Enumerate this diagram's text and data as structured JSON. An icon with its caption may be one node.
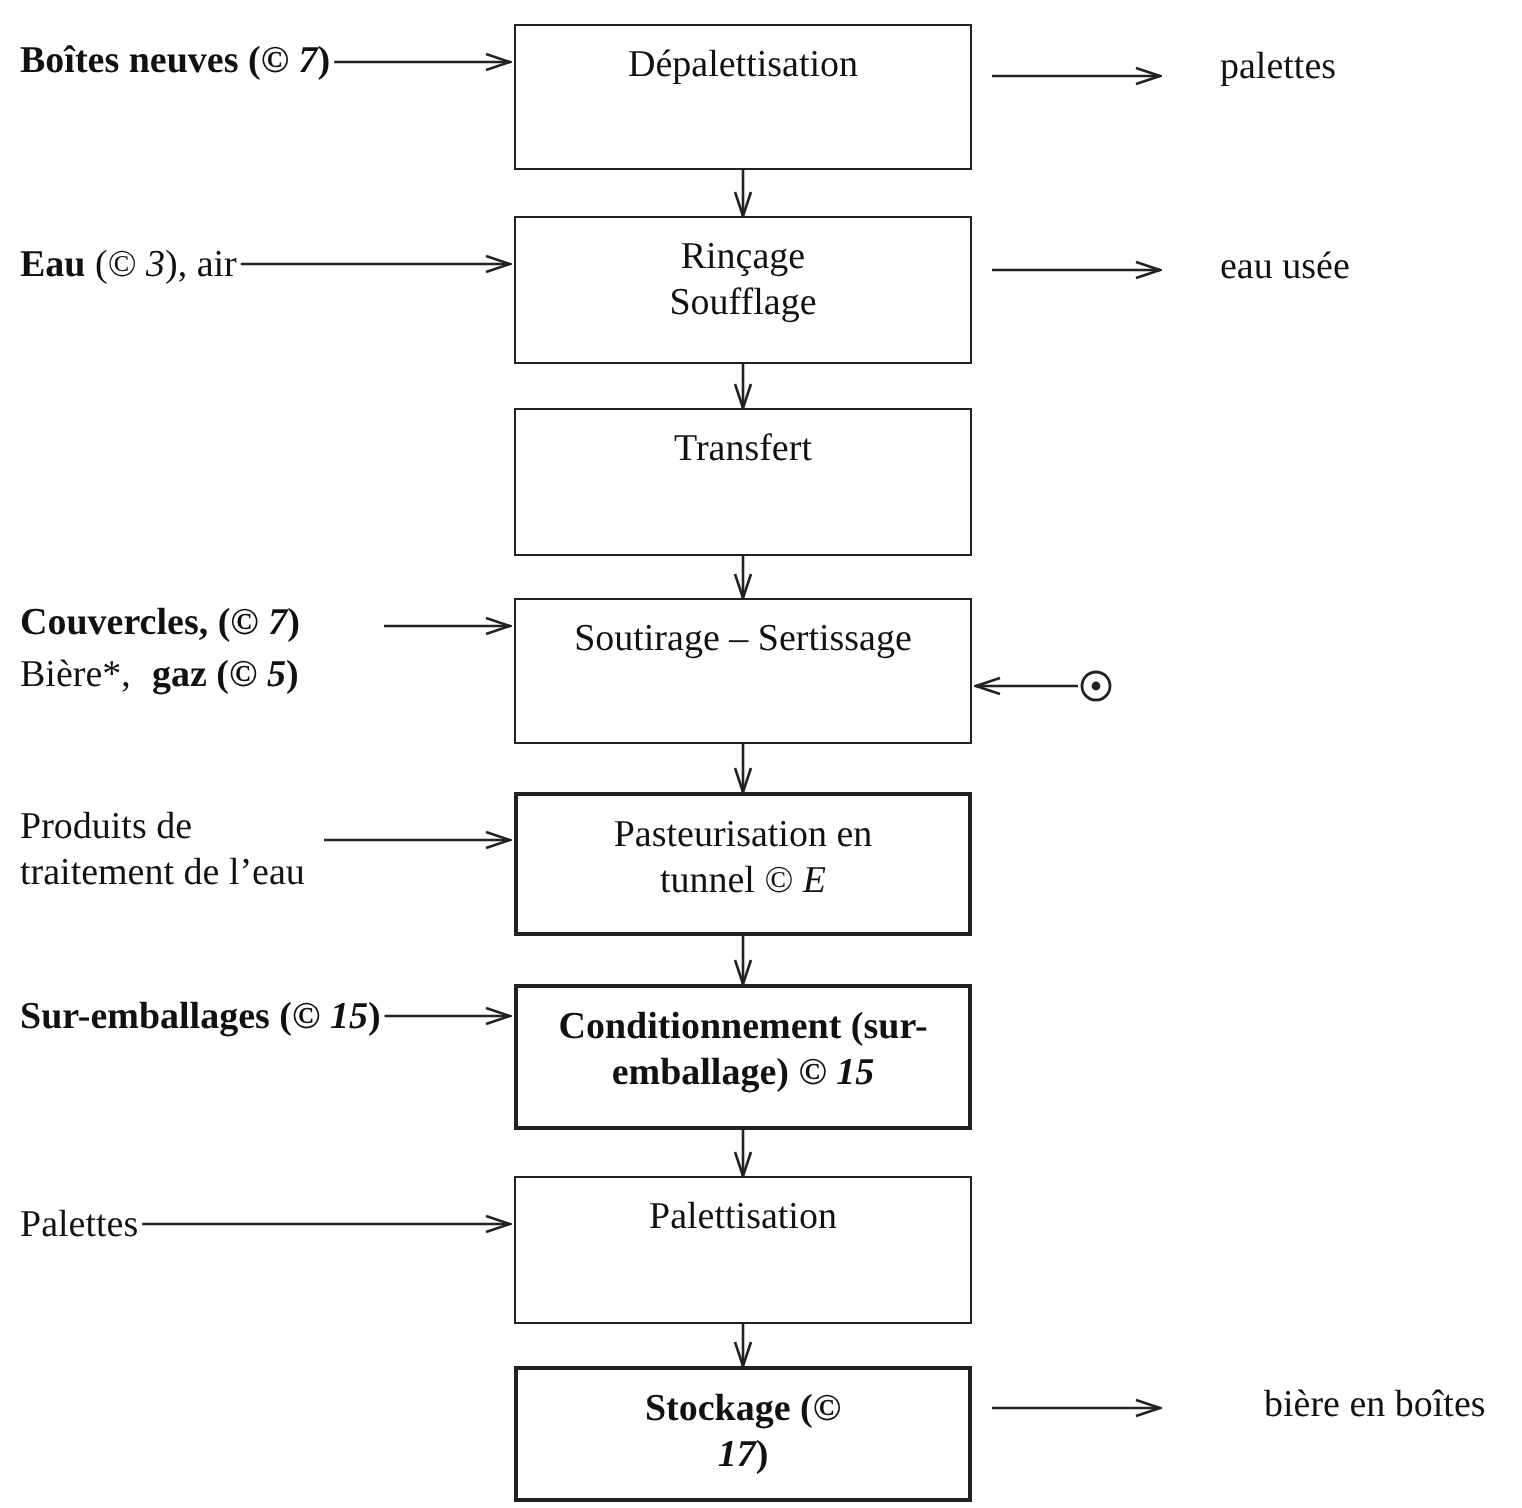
{
  "diagram": {
    "nodes": [
      {
        "text": [
          "Dépalettisation"
        ]
      },
      {
        "text": [
          "Rinçage Soufflage"
        ]
      },
      {
        "text": [
          "Transfert"
        ]
      },
      {
        "text": [
          "Soutirage – Sertissage"
        ]
      },
      {
        "text": [
          "Pasteurisation en tunnel © *E*"
        ]
      },
      {
        "text": [
          "Conditionnement (sur-emballage) © *15*"
        ]
      },
      {
        "text": [
          "Palettisation"
        ]
      },
      {
        "text": [
          "Stockage (© *17*)"
        ]
      },
      {
        "text": [
          "Boîtes neuves (© *7*)"
        ]
      },
      {
        "text": [
          "**Eau** (© *3*), air"
        ]
      },
      {
        "text": [
          "Couvercles, (© *7*)",
          "Bière*,",
          "gaz (© *5*)"
        ]
      },
      {
        "text": [
          "Produits de traitement de l’eau"
        ]
      },
      {
        "text": [
          "Sur-emballages (© *15*)"
        ]
      },
      {
        "text": [
          "Palettes"
        ]
      },
      {
        "text": [
          "palettes"
        ]
      },
      {
        "text": [
          "eau usée"
        ]
      },
      {
        "text": [
          "bière en boîtes"
        ]
      },
      {
        "text": [],
        "shape": "circle"
      }
    ],
    "edges": [
      {
        "from": 0,
        "to": 1,
        "arrow": "to"
      },
      {
        "from": 1,
        "to": 2,
        "arrow": "to"
      },
      {
        "from": 2,
        "to": 3,
        "arrow": "to"
      },
      {
        "from": 3,
        "to": 4,
        "arrow": "to"
      },
      {
        "from": 4,
        "to": 5,
        "arrow": "to"
      },
      {
        "from": 5,
        "to": 6,
        "arrow": "to"
      },
      {
        "from": 6,
        "to": 7,
        "arrow": "to"
      },
      {
        "from": 8,
        "to": 0,
        "arrow": "to"
      },
      {
        "from": 9,
        "to": 1,
        "arrow": "to"
      },
      {
        "from": 10,
        "to": 3,
        "arrow": "to"
      },
      {
        "from": 11,
        "to": 4,
        "arrow": "to"
      },
      {
        "from": 12,
        "to": 5,
        "arrow": "to"
      },
      {
        "from": 13,
        "to": 6,
        "arrow": "to"
      },
      {
        "from": 0,
        "to": 14,
        "arrow": "to"
      },
      {
        "from": 1,
        "to": 15,
        "arrow": "to"
      },
      {
        "from": 7,
        "to": 16,
        "arrow": "to"
      },
      {
        "from": 17,
        "to": 3,
        "arrow": "to"
      }
    ]
  }
}
